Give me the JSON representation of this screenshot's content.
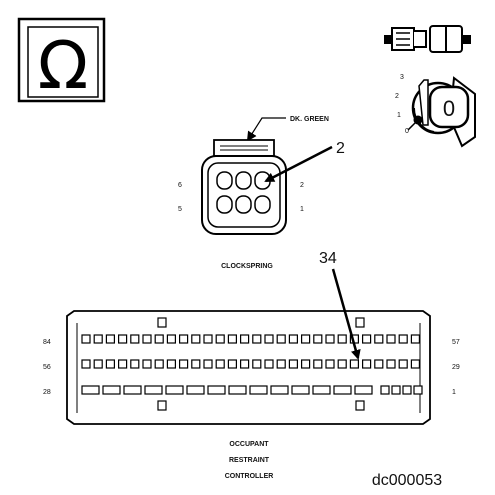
{
  "clockspring": {
    "wire_color_label": "DK. GREEN",
    "callout_number": "2",
    "pin_labels": {
      "top_left": "6",
      "top_right": "2",
      "bottom_left": "5",
      "bottom_right": "1"
    },
    "caption": "CLOCKSPRING"
  },
  "controller": {
    "callout_number": "34",
    "row_labels_left": [
      "84",
      "56",
      "28"
    ],
    "row_labels_right": [
      "57",
      "29",
      "1"
    ],
    "caption_lines": [
      "OCCUPANT",
      "RESTRAINT",
      "CONTROLLER"
    ]
  },
  "ignition_key": {
    "position_labels": [
      "3",
      "2",
      "1",
      "0"
    ],
    "key_face_label": "0"
  },
  "ohm_symbol": "Ω",
  "figure_id": "dc000053"
}
